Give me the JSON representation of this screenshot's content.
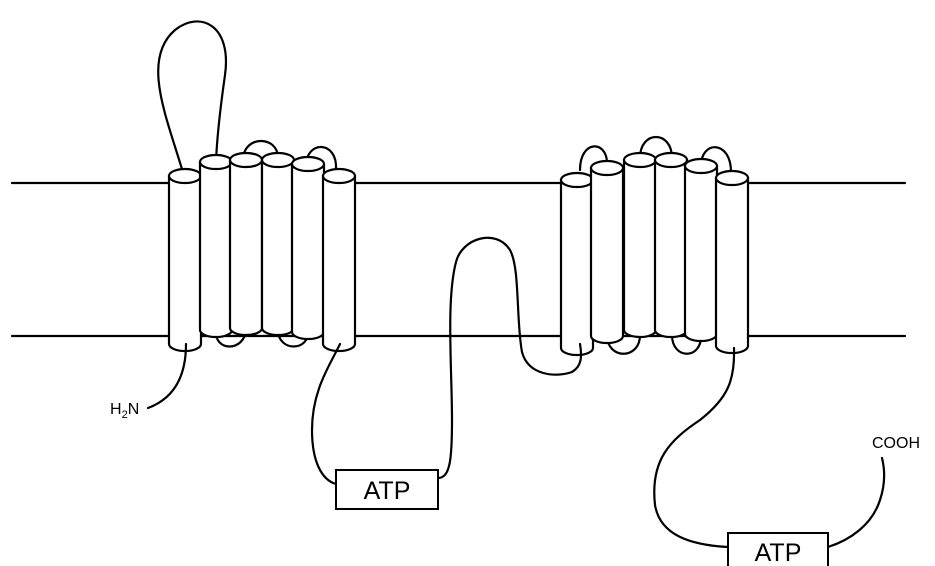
{
  "labels": {
    "n_terminus": "H",
    "n_terminus_sub": "2",
    "n_terminus_tail": "N",
    "c_terminus": "COOH",
    "atp_1": "ATP",
    "atp_2": "ATP"
  },
  "transmembrane_domains": [
    {
      "id": "tmd-1",
      "helix_count": 6
    },
    {
      "id": "tmd-2",
      "helix_count": 6
    }
  ],
  "nucleotide_binding_domains": [
    {
      "id": "nbd-1",
      "label_key": "atp_1"
    },
    {
      "id": "nbd-2",
      "label_key": "atp_2"
    }
  ],
  "colors": {
    "line": "#000000",
    "fill": "#ffffff",
    "background": "#ffffff"
  }
}
